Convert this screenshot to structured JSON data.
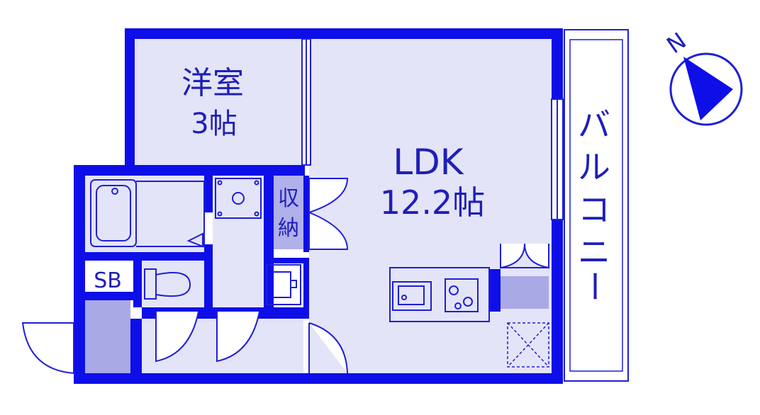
{
  "rooms": {
    "western": {
      "name": "洋室",
      "size": "3帖"
    },
    "ldk": {
      "name": "LDK",
      "size": "12.2帖"
    },
    "storage": {
      "line1": "収",
      "line2": "納"
    },
    "shoe_box": "SB",
    "balcony": {
      "chars": [
        "バ",
        "ル",
        "コ",
        "ニ",
        "ー"
      ]
    }
  },
  "compass": {
    "letter": "N",
    "icon": "north-arrow-icon"
  },
  "colors": {
    "wall": "#0e0ee8",
    "floor": "#e4e4f8",
    "floor_dark": "#a9a9e6",
    "line": "#1f1fd8",
    "text": "#1f1fb8",
    "background": "#ffffff"
  }
}
